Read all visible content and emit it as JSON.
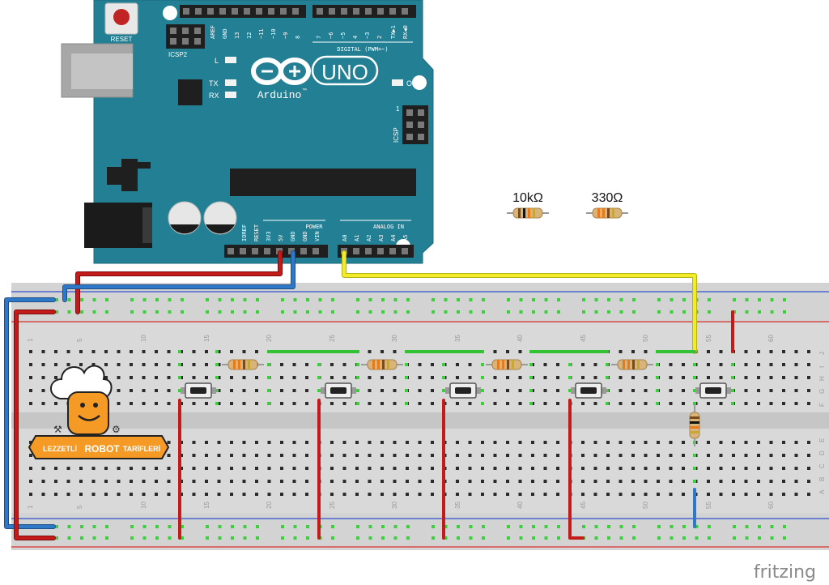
{
  "arduino": {
    "reset_label": "RESET",
    "icsp2_label": "ICSP2",
    "icsp_label": "ICSP",
    "l_label": "L",
    "tx_label": "TX",
    "rx_label": "RX",
    "on_label": "ON",
    "model": "UNO",
    "brand": "Arduino",
    "tm": "™",
    "digital_label": "DIGITAL (PWM=~)",
    "power_label": "POWER",
    "analog_label": "ANALOG IN",
    "icsp_pin1": "1",
    "digital_pins_left": [
      "AREF",
      "GND",
      "13",
      "12",
      "~11",
      "~10",
      "~9",
      "8"
    ],
    "digital_pins_right": [
      "7",
      "~6",
      "~5",
      "4",
      "~3",
      "2",
      "TX▶1",
      "RX◀0"
    ],
    "power_pins": [
      "IOREF",
      "RESET",
      "3V3",
      "5V",
      "GND",
      "GND",
      "VIN"
    ],
    "analog_pins": [
      "A0",
      "A1",
      "A2",
      "A3",
      "A4",
      "A5"
    ]
  },
  "legend": {
    "r1_label": "10kΩ",
    "r2_label": "330Ω"
  },
  "breadboard": {
    "column_numbers": [
      "1",
      "5",
      "10",
      "15",
      "20",
      "25",
      "30",
      "35",
      "40",
      "45",
      "50",
      "55",
      "60"
    ],
    "row_letters_top": [
      "J",
      "I",
      "H",
      "G",
      "F"
    ],
    "row_letters_bottom": [
      "E",
      "D",
      "C",
      "B",
      "A"
    ]
  },
  "logo": {
    "text_left": "LEZZETLİ",
    "text_mid": "ROBOT",
    "text_right": "TARİFLERİ"
  },
  "watermark": "fritzing",
  "colors": {
    "board": "#237f94",
    "wire_red": "#c41a1a",
    "wire_blue": "#2e78c7",
    "wire_yellow": "#f2ec28",
    "wire_green": "#33c233",
    "breadboard": "#d9d9d9",
    "rail_red": "#d93030",
    "rail_blue": "#3050d0",
    "logo_orange": "#f59a25"
  }
}
